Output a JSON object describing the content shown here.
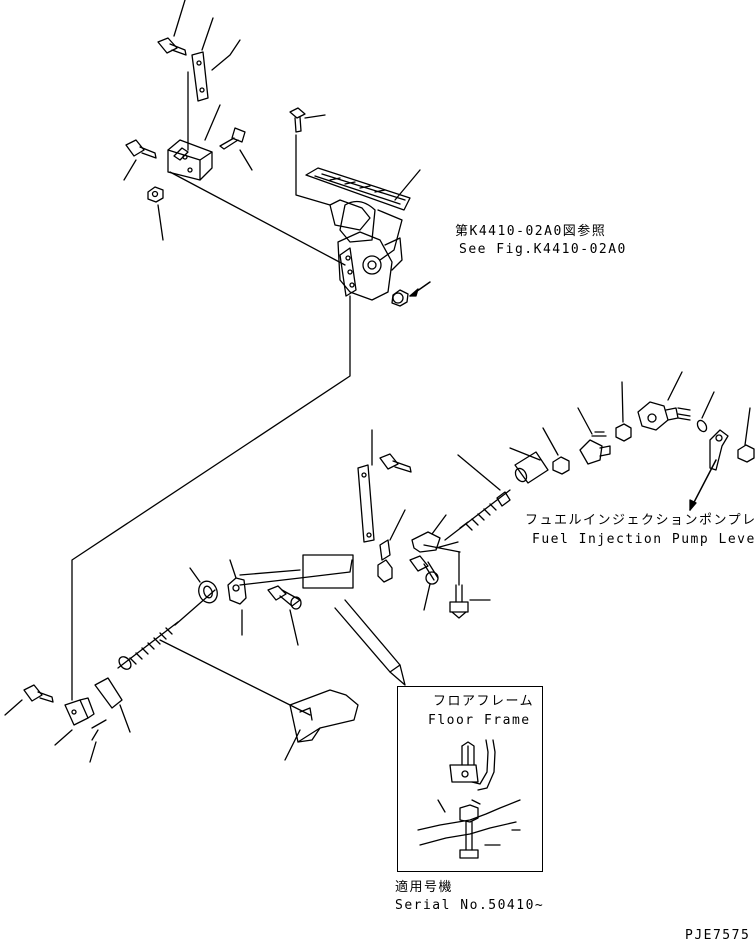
{
  "ref_note": {
    "jp": "第K4410-02A0図参照",
    "en": "See Fig.K4410-02A0"
  },
  "fuel_lever": {
    "jp": "フュエルインジェクションポンプレバー",
    "en": "Fuel Injection Pump Lever"
  },
  "floor_frame": {
    "jp": "フロアフレーム",
    "en": "Floor Frame"
  },
  "serial": {
    "jp": "適用号機",
    "en": "Serial No.50410~"
  },
  "drawing_id": "PJE7575"
}
